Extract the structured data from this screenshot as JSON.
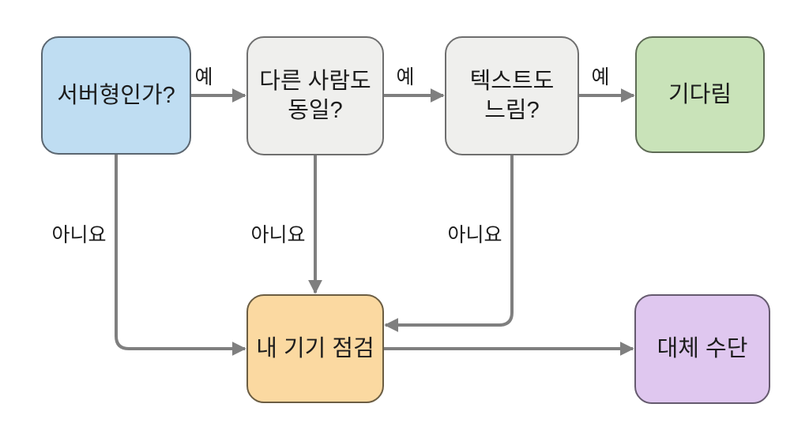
{
  "diagram": {
    "type": "flowchart",
    "background_color": "#ffffff",
    "edge_color": "#7f7f7f",
    "text_color": "#1c1c1c",
    "nodes": [
      {
        "id": "server-question",
        "label": "서버형인가?",
        "fill": "#bfddf2",
        "border": "#5b6670"
      },
      {
        "id": "others-same-question",
        "label": "다른 사람도\n동일?",
        "fill": "#efefed",
        "border": "#6e6e6e"
      },
      {
        "id": "text-slow-question",
        "label": "텍스트도\n느림?",
        "fill": "#efefed",
        "border": "#6e6e6e"
      },
      {
        "id": "wait-result",
        "label": "기다림",
        "fill": "#c9e3b9",
        "border": "#5e6b55"
      },
      {
        "id": "check-device",
        "label": "내 기기 점검",
        "fill": "#fbd9a1",
        "border": "#6b5d42"
      },
      {
        "id": "alternative-means",
        "label": "대체 수단",
        "fill": "#dfc7ef",
        "border": "#655a6e"
      }
    ],
    "edges": [
      {
        "from": "server-question",
        "to": "others-same-question",
        "label": "예"
      },
      {
        "from": "others-same-question",
        "to": "text-slow-question",
        "label": "예"
      },
      {
        "from": "text-slow-question",
        "to": "wait-result",
        "label": "예"
      },
      {
        "from": "server-question",
        "to": "check-device",
        "label": "아니요"
      },
      {
        "from": "others-same-question",
        "to": "check-device",
        "label": "아니요"
      },
      {
        "from": "text-slow-question",
        "to": "check-device",
        "label": "아니요"
      },
      {
        "from": "check-device",
        "to": "alternative-means",
        "label": ""
      }
    ]
  }
}
